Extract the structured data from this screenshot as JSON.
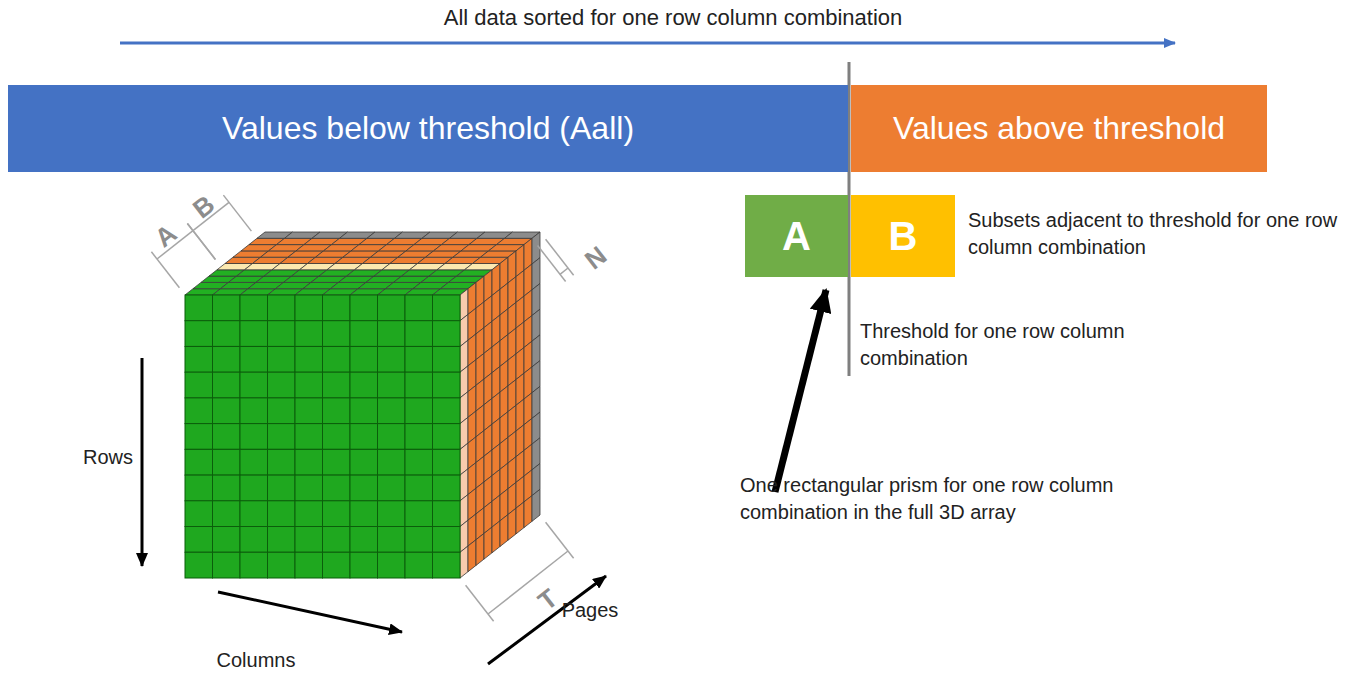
{
  "diagram": {
    "nodes": [
      {
        "text": [
          "Values below threshold (Aall)"
        ]
      },
      {
        "text": [
          "Values above threshold"
        ]
      },
      {
        "text": [
          "A"
        ]
      },
      {
        "text": [
          "B"
        ]
      }
    ],
    "labels": [
      "All data sorted for one row column combination",
      "Subsets adjacent to threshold for one row column combination",
      "Threshold for one row column combination",
      "One rectangular prism for one row column combination in the full 3D array",
      "A",
      "B",
      "N",
      "T",
      "Rows",
      "Columns",
      "Pages"
    ]
  }
}
